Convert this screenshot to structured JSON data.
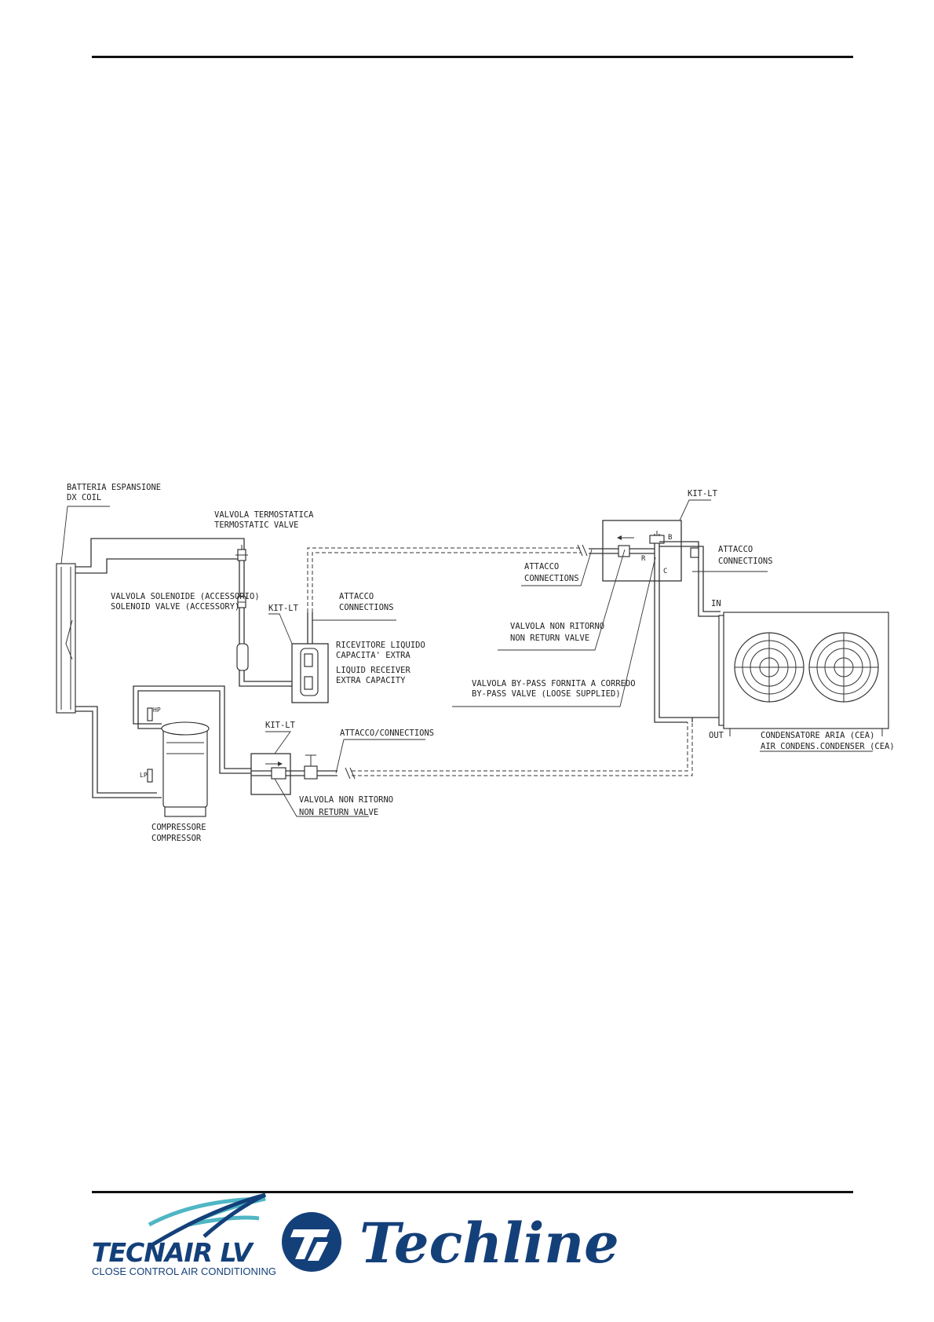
{
  "labels": {
    "dx_coil_it": "BATTERIA ESPANSIONE",
    "dx_coil_en": "DX COIL",
    "thermo_valve_it": "VALVOLA TERMOSTATICA",
    "thermo_valve_en": "TERMOSTATIC VALVE",
    "solenoid_it": "VALVOLA SOLENOIDE (ACCESSORIO)",
    "solenoid_en": "SOLENOID VALVE (ACCESSORY)",
    "kit_lt_1": "KIT-LT",
    "attacco_1_it": "ATTACCO",
    "attacco_1_en": "CONNECTIONS",
    "receiver_it1": "RICEVITORE LIQUIDO",
    "receiver_it2": "CAPACITA' EXTRA",
    "receiver_en1": "LIQUID RECEIVER",
    "receiver_en2": "EXTRA CAPACITY",
    "kit_lt_2": "KIT-LT",
    "attacco_2": "ATTACCO/CONNECTIONS",
    "nrv_it_1": "VALVOLA NON RITORNO",
    "nrv_en_1": "NON RETURN VALVE",
    "compressor_it": "COMPRESSORE",
    "compressor_en": "COMPRESSOR",
    "hp": "HP",
    "lp": "LP",
    "kit_lt_3": "KIT-LT",
    "attacco_3_it": "ATTACCO",
    "attacco_3_en": "CONNECTIONS",
    "attacco_4_it": "ATTACCO",
    "attacco_4_en": "CONNECTIONS",
    "nrv_it_2": "VALVOLA NON RITORNO",
    "nrv_en_2": "NON RETURN VALVE",
    "bypass_it": "VALVOLA BY-PASS FORNITA A CORREDO",
    "bypass_en": "BY-PASS VALVE (LOOSE SUPPLIED)",
    "port_b": "B",
    "port_r": "R",
    "port_c": "C",
    "in": "IN",
    "out": "OUT",
    "condenser_it": "CONDENSATORE  ARIA  (CEA)",
    "condenser_en": "AIR CONDENS.CONDENSER (CEA)"
  },
  "footer": {
    "brand1": "TECNAIR LV",
    "brand1_sub": "CLOSE CONTROL AIR CONDITIONING",
    "brand2": "Techline"
  },
  "colors": {
    "brand": "#14407a",
    "line": "#333333"
  }
}
